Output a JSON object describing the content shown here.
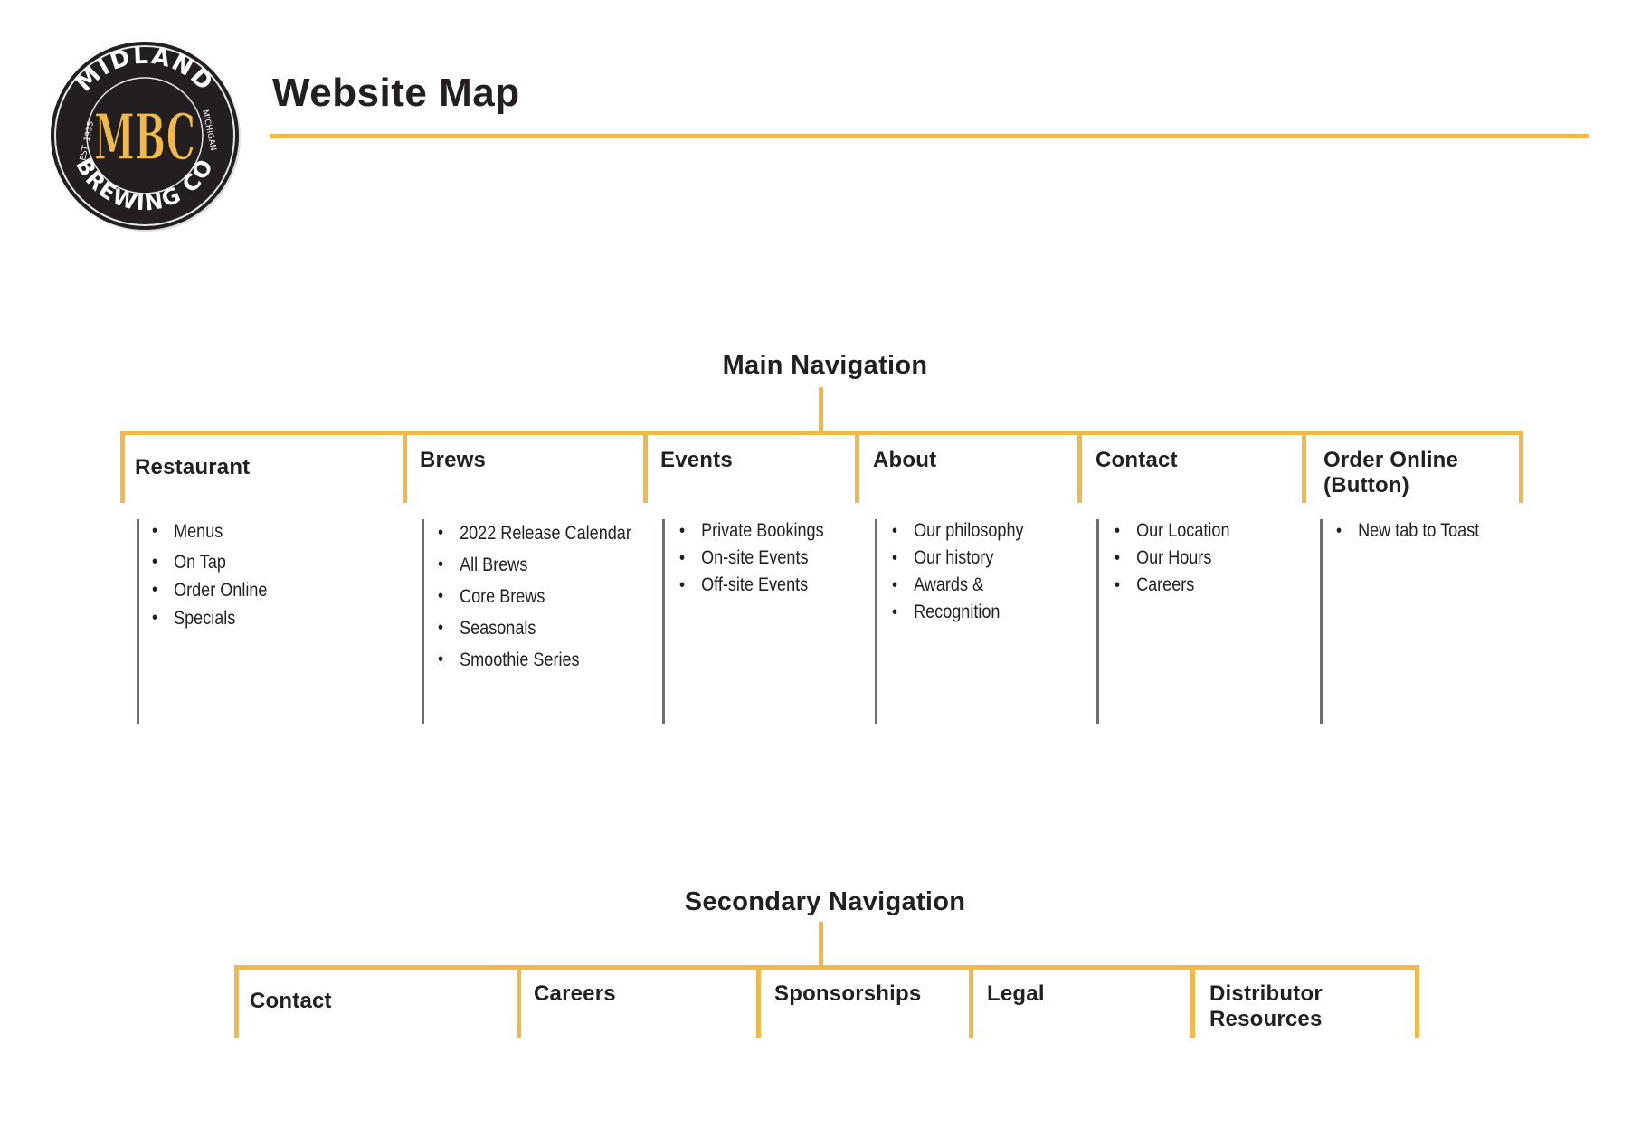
{
  "header": {
    "title": "Website Map",
    "logo": {
      "top_text": "MIDLAND",
      "bottom_text": "BREWING CO",
      "left_text": "EST. 1935",
      "right_text": "MICHIGAN",
      "monogram": "MBC"
    }
  },
  "colors": {
    "accent": "#f0b94a",
    "divider": "#6d6e71",
    "text": "#231f20"
  },
  "main_navigation": {
    "title": "Main Navigation",
    "items": [
      {
        "label": "Restaurant",
        "children": [
          "Menus",
          "On Tap",
          "Order Online",
          "Specials"
        ]
      },
      {
        "label": "Brews",
        "children": [
          "2022 Release Calendar",
          "All Brews",
          "Core Brews",
          "Seasonals",
          "Smoothie Series"
        ]
      },
      {
        "label": "Events",
        "children": [
          "Private Bookings",
          "On-site Events",
          "Off-site Events"
        ]
      },
      {
        "label": "About",
        "children": [
          "Our philosophy",
          "Our history",
          "Awards &",
          "Recognition"
        ]
      },
      {
        "label": "Contact",
        "children": [
          "Our Location",
          "Our Hours",
          "Careers"
        ]
      },
      {
        "label": "Order Online",
        "label_line2": "(Button)",
        "children": [
          "New tab to Toast"
        ]
      }
    ]
  },
  "secondary_navigation": {
    "title": "Secondary Navigation",
    "items": [
      {
        "label": "Contact"
      },
      {
        "label": "Careers"
      },
      {
        "label": "Sponsorships"
      },
      {
        "label": "Legal"
      },
      {
        "label": "Distributor",
        "label_line2": "Resources"
      }
    ]
  }
}
